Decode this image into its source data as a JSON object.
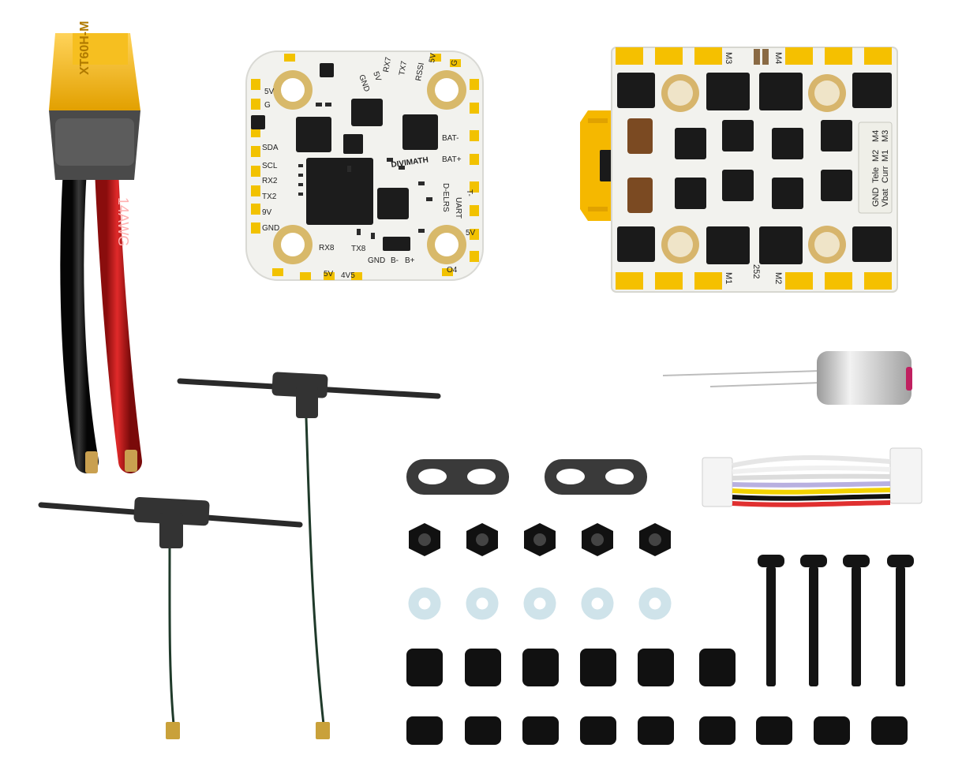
{
  "xt60": {
    "label": "XT60H-M",
    "wire_label": "14AWG"
  },
  "fc": {
    "brand": "DIVIMATH",
    "labels_left": [
      "5V",
      "G",
      "SDA",
      "SCL",
      "RX2",
      "TX2",
      "9V",
      "GND",
      "RX8"
    ],
    "labels_top": [
      "GND",
      "5V",
      "RX7",
      "TX7",
      "RSSI",
      "5V",
      "G"
    ],
    "labels_right": [
      "BAT-",
      "BAT+",
      "T-",
      "5V",
      "D-ELRS",
      "UART",
      "O4"
    ],
    "labels_bottom": [
      "5V",
      "4V5",
      "B-",
      "B+",
      "GND",
      "TX8"
    ]
  },
  "esc": {
    "motor_labels": [
      "M3",
      "M4",
      "M1",
      "M2"
    ],
    "connector_text": [
      "Vbat",
      "GND",
      "Curr",
      "Tele",
      "M1",
      "M2",
      "M3",
      "M4"
    ],
    "mark": "252"
  },
  "colors": {
    "pcb": "#f2f2ee",
    "pad": "#f2c200",
    "connector": "#f5b800",
    "mount": "#1a1a1a"
  }
}
